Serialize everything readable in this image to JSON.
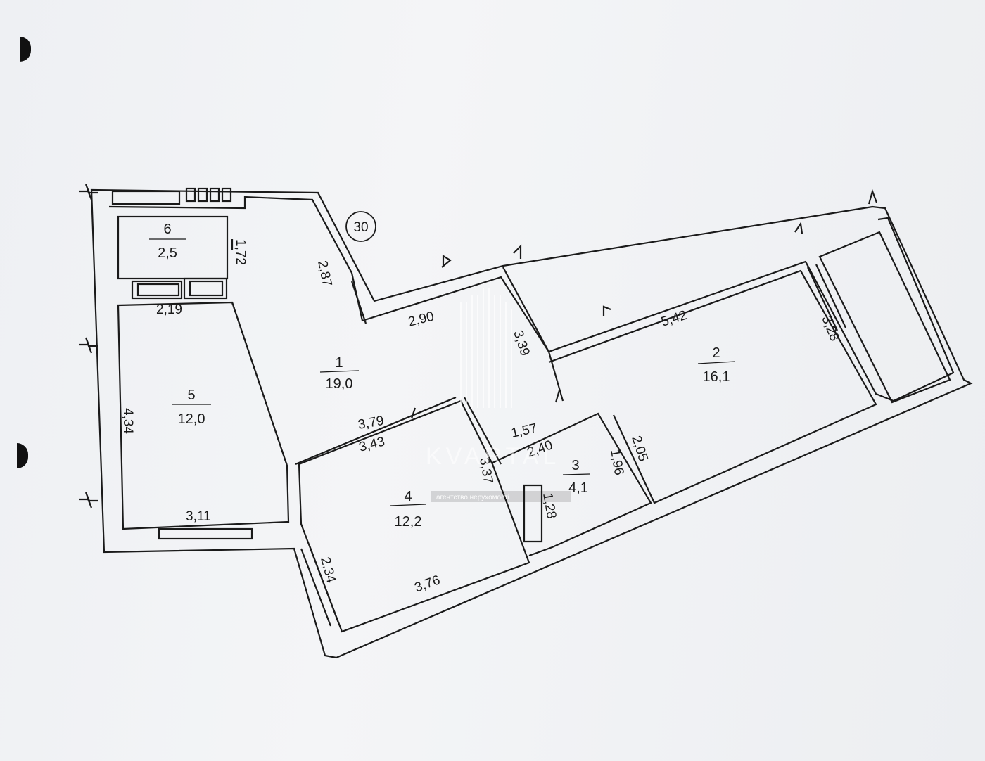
{
  "plan": {
    "apartment_number": "30",
    "rooms": [
      {
        "num": "1",
        "area": "19,0"
      },
      {
        "num": "2",
        "area": "16,1"
      },
      {
        "num": "3",
        "area": "4,1"
      },
      {
        "num": "4",
        "area": "12,2"
      },
      {
        "num": "5",
        "area": "12,0"
      },
      {
        "num": "6",
        "area": "2,5"
      }
    ],
    "dimensions": [
      "2,87",
      "2,90",
      "3,39",
      "5,42",
      "3,28",
      "1,72",
      "2,19",
      "4,34",
      "3,11",
      "3,79",
      "3,43",
      "1,57",
      "2,40",
      "2,05",
      "1,96",
      "3,37",
      "1,28",
      "2,34",
      "3,76"
    ]
  },
  "watermark": {
    "name": "KVARTAL",
    "subtitle": "агентство нерухомості"
  }
}
